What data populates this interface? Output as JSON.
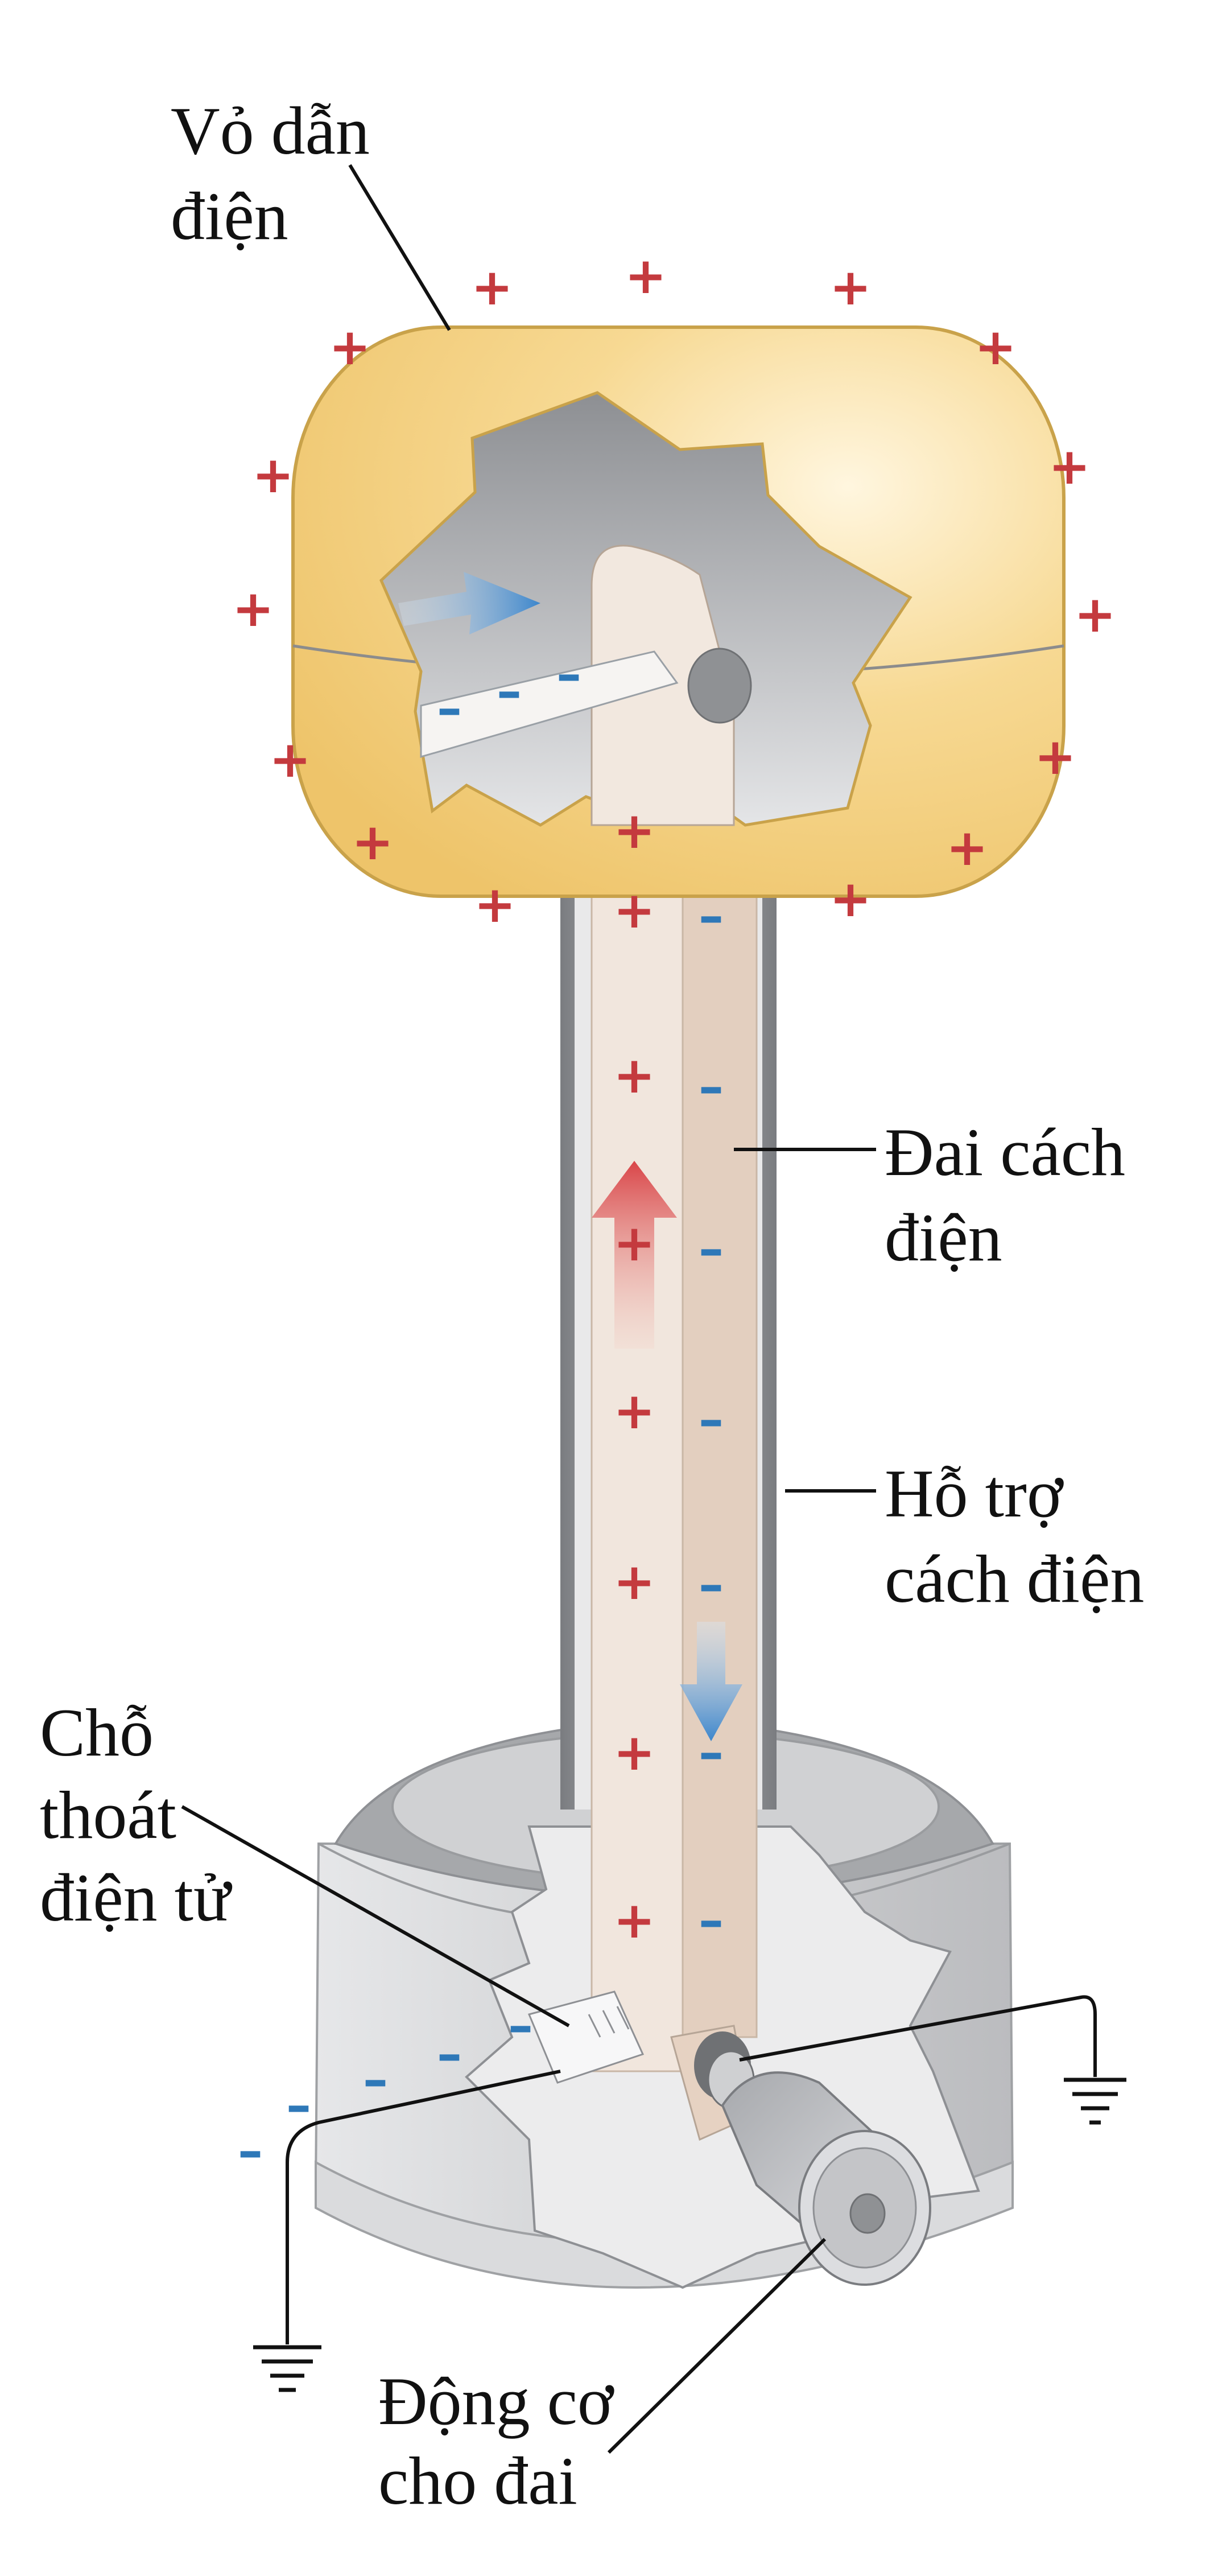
{
  "labels": {
    "shell_line1": "Vỏ dẫn",
    "shell_line2": "điện",
    "belt_line1": "Đai cách",
    "belt_line2": "điện",
    "support_line1": "Hỗ trợ",
    "support_line2": "cách điện",
    "outlet_line1": "Chỗ",
    "outlet_line2": "thoát",
    "outlet_line3": "điện tử",
    "motor_line1": "Động cơ",
    "motor_line2": "cho đai"
  },
  "symbols": {
    "positive": "+",
    "negative": "–"
  },
  "colors": {
    "shell": "#f6d489",
    "shell_edge": "#c9a24a",
    "belt": "#eee0d4",
    "positive": "#c43a3e",
    "negative": "#2e78b8",
    "base": "#c8c9cb"
  }
}
